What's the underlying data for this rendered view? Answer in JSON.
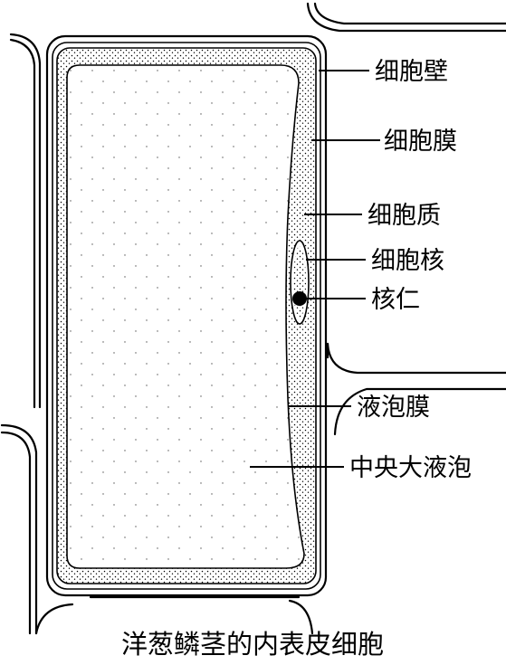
{
  "labels": {
    "cell_wall": "细胞壁",
    "cell_membrane": "细胞膜",
    "cytoplasm": "细胞质",
    "nucleus": "细胞核",
    "nucleolus": "核仁",
    "tonoplast": "液泡膜",
    "central_vacuole": "中央大液泡"
  },
  "caption": "洋葱鳞茎的内表皮细胞"
}
